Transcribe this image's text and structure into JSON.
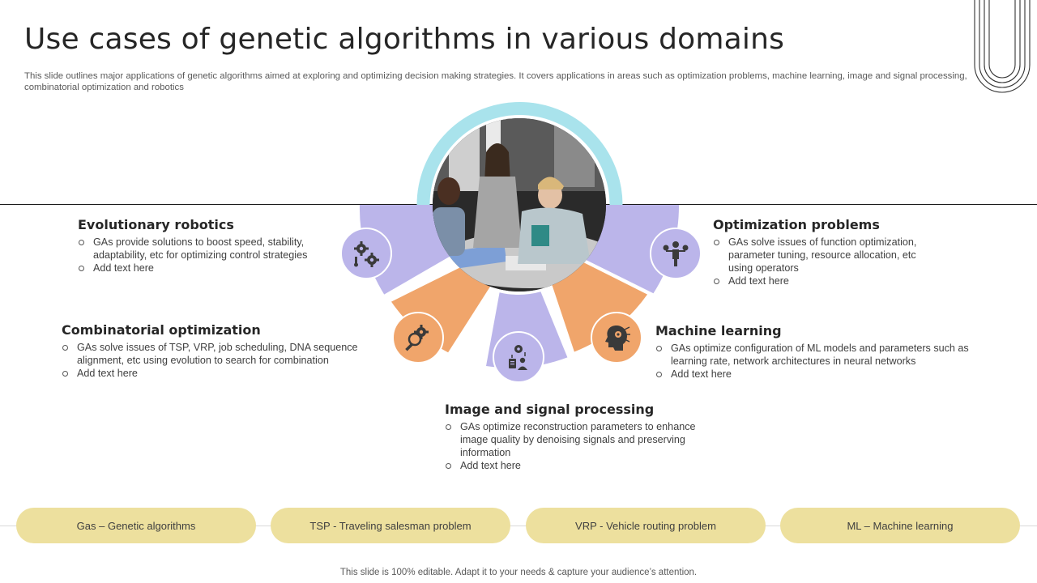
{
  "slide": {
    "title": "Use cases of genetic algorithms in various domains",
    "subtitle": "This slide outlines major applications of genetic algorithms aimed at exploring and optimizing decision making strategies. It covers applications in areas such as optimization problems, machine learning, image and signal processing, combinatorial optimization and robotics"
  },
  "colors": {
    "purple": "#bbb5ea",
    "orange": "#f0a56b",
    "cyan_ring": "#a9e3ec",
    "pill": "#ede09e",
    "icon_dark": "#3a3a3a"
  },
  "sections": [
    {
      "title": "Evolutionary robotics",
      "icon": "robotic-gears-icon",
      "bullets": [
        "GAs provide  solutions to boost speed, stability, adaptability, etc for optimizing control strategies",
        "Add text here"
      ]
    },
    {
      "title": "Combinatorial optimization",
      "icon": "gears-magnifier-icon",
      "bullets": [
        "GAs solve  issues of TSP, VRP, job scheduling, DNA sequence alignment, etc using evolution  to search for combination",
        "Add text here"
      ]
    },
    {
      "title": "Image and signal processing",
      "icon": "team-process-icon",
      "bullets": [
        "GAs optimize reconstruction parameters to enhance image quality by denoising signals and preserving  information",
        "Add text here"
      ]
    },
    {
      "title": "Machine  learning",
      "icon": "brain-head-icon",
      "bullets": [
        "GAs optimize configuration  of ML models and parameters such as learning rate, network architectures in neural networks",
        "Add text here"
      ]
    },
    {
      "title": "Optimization problems",
      "icon": "person-balance-icon",
      "bullets": [
        "GAs solve  issues of function optimization, parameter tuning, resource allocation, etc using operators",
        "Add text here"
      ]
    }
  ],
  "legend": [
    "Gas – Genetic algorithms",
    "TSP - Traveling  salesman problem",
    "VRP - Vehicle routing problem",
    "ML – Machine learning"
  ],
  "footer": "This slide is 100% editable. Adapt it to your needs & capture your audience’s attention."
}
